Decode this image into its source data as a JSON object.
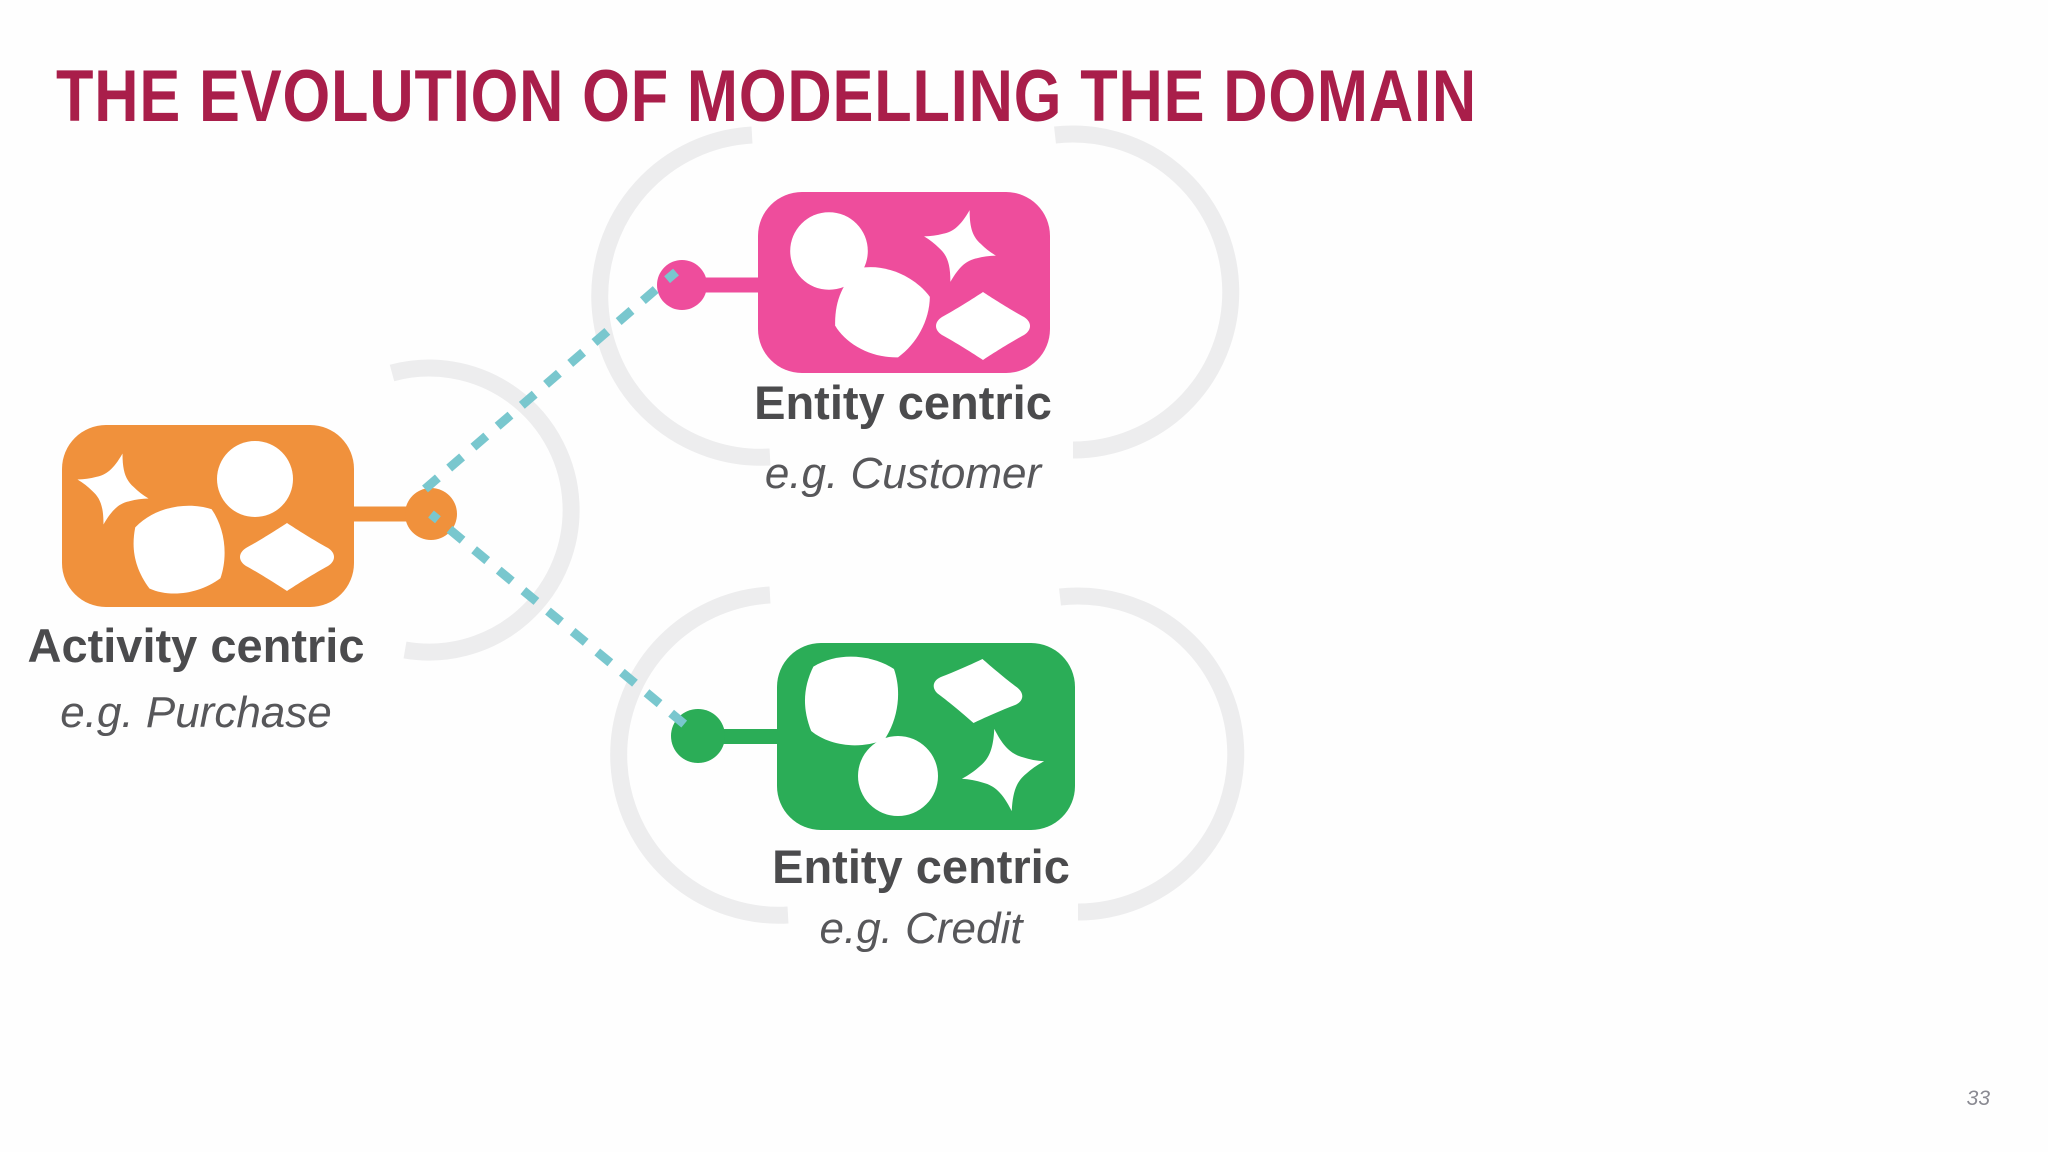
{
  "slide": {
    "title": "THE EVOLUTION OF MODELLING THE DOMAIN",
    "page_number": "33"
  },
  "nodes": {
    "activity": {
      "label": "Activity centric",
      "example": "e.g. Purchase"
    },
    "entity_customer": {
      "label": "Entity centric",
      "example": "e.g. Customer"
    },
    "entity_credit": {
      "label": "Entity centric",
      "example": "e.g. Credit"
    }
  },
  "colors": {
    "background": "#FEFEFE",
    "title": "#A91E4A",
    "label": "#4B4B4D",
    "example": "#57575A",
    "page_number": "#8A8A92",
    "activity": "#F0913C",
    "entity_customer": "#EE4D9C",
    "entity_credit": "#2BAD57",
    "connector_dash": "#79C7CE",
    "background_arc": "#EDEDEE",
    "shape_fill": "#FFFFFF"
  }
}
